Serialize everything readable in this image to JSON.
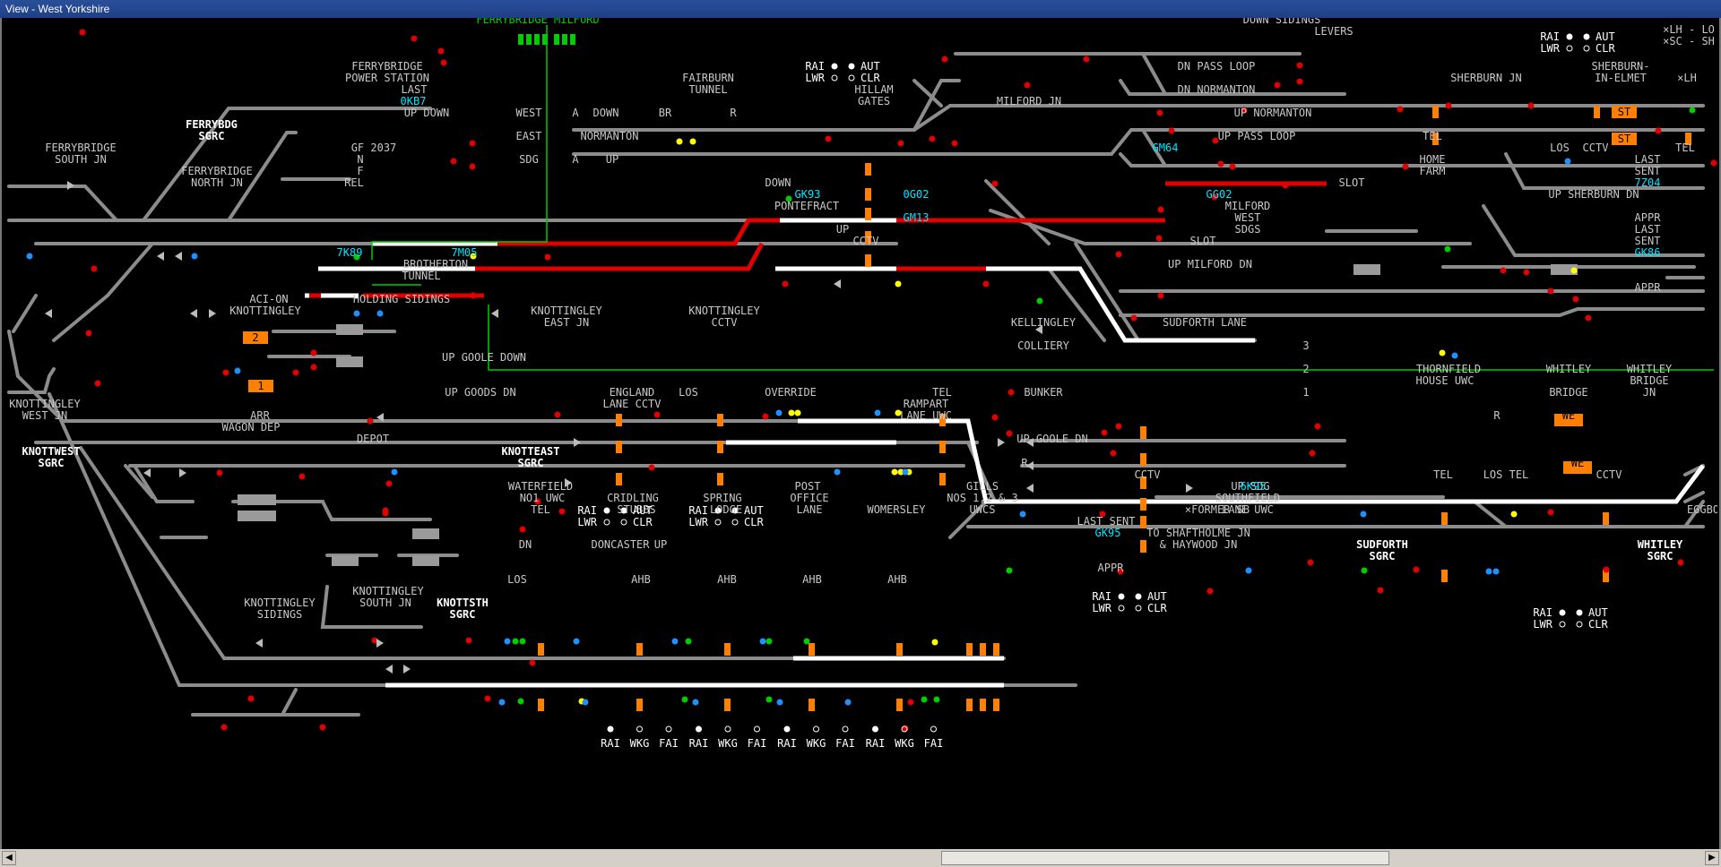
{
  "window": {
    "title": "View - West Yorkshire"
  },
  "colors": {
    "track": "#8c8c8c",
    "route": "#ffffff",
    "occupied": "#e00000",
    "label": "#c8c8c8",
    "berth": "#00e5ff",
    "signal_red": "#e00000",
    "signal_yellow": "#ffff00",
    "signal_green": "#00cc00",
    "signal_blue": "#1e90ff",
    "orange": "#ff8000",
    "cable": "#00cc00"
  },
  "labels": [
    {
      "id": "ferrybridge-milford",
      "text": "FERRYBRIDGE MILFORD"
    },
    {
      "id": "ferrybridge-ps-1",
      "text": "FERRYBRIDGE"
    },
    {
      "id": "ferrybridge-ps-2",
      "text": "POWER STATION"
    },
    {
      "id": "fairburn-1",
      "text": "FAIRBURN"
    },
    {
      "id": "fairburn-2",
      "text": "TUNNEL"
    },
    {
      "id": "hillam-1",
      "text": "HILLAM"
    },
    {
      "id": "hillam-2",
      "text": "GATES"
    },
    {
      "id": "milford-jn",
      "text": "MILFORD JN"
    },
    {
      "id": "down-sidings",
      "text": "DOWN SIDINGS"
    },
    {
      "id": "levers",
      "text": "LEVERS"
    },
    {
      "id": "dn-pass-loop",
      "text": "DN PASS LOOP"
    },
    {
      "id": "dn-normanton",
      "text": "DN NORMANTON"
    },
    {
      "id": "sherburn-jn",
      "text": "SHERBURN JN"
    },
    {
      "id": "sherburn-elmet-1",
      "text": "SHERBURN-"
    },
    {
      "id": "sherburn-elmet-2",
      "text": "IN-ELMET"
    },
    {
      "id": "lh",
      "text": "×LH"
    },
    {
      "id": "last",
      "text": "LAST"
    },
    {
      "id": "up-down",
      "text": "UP DOWN"
    },
    {
      "id": "west",
      "text": "WEST"
    },
    {
      "id": "east",
      "text": "EAST"
    },
    {
      "id": "sdg",
      "text": "SDG"
    },
    {
      "id": "gf2037",
      "text": "GF 2037"
    },
    {
      "id": "gf-n",
      "text": "N"
    },
    {
      "id": "gf-f",
      "text": "F"
    },
    {
      "id": "gf-rel",
      "text": "REL"
    },
    {
      "id": "ferrybdg-sgrc-1",
      "text": "FERRYBDG"
    },
    {
      "id": "ferrybdg-sgrc-2",
      "text": "SGRC"
    },
    {
      "id": "ferrybridge-south-1",
      "text": "FERRYBRIDGE"
    },
    {
      "id": "ferrybridge-south-2",
      "text": "SOUTH JN"
    },
    {
      "id": "ferrybridge-north-1",
      "text": "FERRYBRIDGE"
    },
    {
      "id": "ferrybridge-north-2",
      "text": "NORTH JN"
    },
    {
      "id": "down",
      "text": "DOWN"
    },
    {
      "id": "br",
      "text": "BR"
    },
    {
      "id": "r1",
      "text": "R"
    },
    {
      "id": "normanton",
      "text": "NORMANTON"
    },
    {
      "id": "a1",
      "text": "A"
    },
    {
      "id": "a2",
      "text": "A"
    },
    {
      "id": "up1",
      "text": "UP"
    },
    {
      "id": "up-normanton",
      "text": "UP NORMANTON"
    },
    {
      "id": "up-pass-loop",
      "text": "UP PASS LOOP"
    },
    {
      "id": "tel-home-1",
      "text": "TEL"
    },
    {
      "id": "tel-home-2",
      "text": "HOME"
    },
    {
      "id": "tel-home-3",
      "text": "FARM"
    },
    {
      "id": "los1",
      "text": "LOS"
    },
    {
      "id": "cctv1",
      "text": "CCTV"
    },
    {
      "id": "tel1",
      "text": "TEL"
    },
    {
      "id": "last-sent-1",
      "text": "LAST"
    },
    {
      "id": "last-sent-2",
      "text": "SENT"
    },
    {
      "id": "down2",
      "text": "DOWN"
    },
    {
      "id": "pontefract",
      "text": "PONTEFRACT"
    },
    {
      "id": "up2",
      "text": "UP"
    },
    {
      "id": "cctv2",
      "text": "CCTV"
    },
    {
      "id": "slot1",
      "text": "SLOT"
    },
    {
      "id": "milford-west-1",
      "text": "MILFORD"
    },
    {
      "id": "milford-west-2",
      "text": "WEST"
    },
    {
      "id": "milford-west-3",
      "text": "SDGS"
    },
    {
      "id": "slot2",
      "text": "SLOT"
    },
    {
      "id": "up-sherburn",
      "text": "UP SHERBURN DN"
    },
    {
      "id": "appr1",
      "text": "APPR"
    },
    {
      "id": "last-sent-3",
      "text": "LAST"
    },
    {
      "id": "last-sent-4",
      "text": "SENT"
    },
    {
      "id": "up-milford",
      "text": "UP MILFORD DN"
    },
    {
      "id": "appr2",
      "text": "APPR"
    },
    {
      "id": "brotherton-1",
      "text": "BROTHERTON"
    },
    {
      "id": "brotherton-2",
      "text": "TUNNEL"
    },
    {
      "id": "holding-sidings",
      "text": "HOLDING SIDINGS"
    },
    {
      "id": "aci-on",
      "text": "ACI-ON"
    },
    {
      "id": "knottingley",
      "text": "KNOTTINGLEY"
    },
    {
      "id": "knottingley-east-1",
      "text": "KNOTTINGLEY"
    },
    {
      "id": "knottingley-east-2",
      "text": "EAST JN"
    },
    {
      "id": "knottingley-cctv-1",
      "text": "KNOTTINGLEY"
    },
    {
      "id": "knottingley-cctv-2",
      "text": "CCTV"
    },
    {
      "id": "kellingley",
      "text": "KELLINGLEY"
    },
    {
      "id": "sudforth-lane",
      "text": "SUDFORTH LANE"
    },
    {
      "id": "colliery",
      "text": "COLLIERY"
    },
    {
      "id": "num3",
      "text": "3"
    },
    {
      "id": "num2",
      "text": "2"
    },
    {
      "id": "num1",
      "text": "1"
    },
    {
      "id": "bunker",
      "text": "BUNKER"
    },
    {
      "id": "up-goole-down",
      "text": "UP GOOLE DOWN"
    },
    {
      "id": "up-goods",
      "text": "UP GOODS DN"
    },
    {
      "id": "england-1",
      "text": "ENGLAND"
    },
    {
      "id": "england-2",
      "text": "LANE CCTV"
    },
    {
      "id": "los2",
      "text": "LOS"
    },
    {
      "id": "override",
      "text": "OVERRIDE"
    },
    {
      "id": "tel2",
      "text": "TEL"
    },
    {
      "id": "rampart-1",
      "text": "RAMPART"
    },
    {
      "id": "rampart-2",
      "text": "LANE UWC"
    },
    {
      "id": "thornfield-1",
      "text": "THORNFIELD"
    },
    {
      "id": "thornfield-2",
      "text": "HOUSE UWC"
    },
    {
      "id": "whitley-bridge-1",
      "text": "WHITLEY"
    },
    {
      "id": "whitley-bridge-2",
      "text": "BRIDGE"
    },
    {
      "id": "whitley-bjn-1",
      "text": "WHITLEY"
    },
    {
      "id": "whitley-bjn-2",
      "text": "BRIDGE"
    },
    {
      "id": "whitley-bjn-3",
      "text": "JN"
    },
    {
      "id": "knottingley-west-1",
      "text": "KNOTTINGLEY"
    },
    {
      "id": "knottingley-west-2",
      "text": "WEST JN"
    },
    {
      "id": "arr",
      "text": "ARR"
    },
    {
      "id": "wagon-dep",
      "text": "WAGON DEP"
    },
    {
      "id": "depot",
      "text": "DEPOT"
    },
    {
      "id": "knottwest-1",
      "text": "KNOTTWEST"
    },
    {
      "id": "knottwest-2",
      "text": "SGRC"
    },
    {
      "id": "knotteast-1",
      "text": "KNOTTEAST"
    },
    {
      "id": "knotteast-2",
      "text": "SGRC"
    },
    {
      "id": "up-goole-dn2",
      "text": "UP GOOLE DN"
    },
    {
      "id": "r2",
      "text": "R"
    },
    {
      "id": "r3",
      "text": "R"
    },
    {
      "id": "we1",
      "text": "WE"
    },
    {
      "id": "we2",
      "text": "WE"
    },
    {
      "id": "cctv3",
      "text": "CCTV"
    },
    {
      "id": "up-sdg",
      "text": "UP SDG"
    },
    {
      "id": "tel3",
      "text": "TEL"
    },
    {
      "id": "los3",
      "text": "LOS TEL"
    },
    {
      "id": "cctv4",
      "text": "CCTV"
    },
    {
      "id": "former-sb",
      "text": "×FORMER SB"
    },
    {
      "id": "southfield-1",
      "text": "SOUTHFIELD"
    },
    {
      "id": "southfield-2",
      "text": "LANE UWC"
    },
    {
      "id": "eggbo",
      "text": "EGGBO"
    },
    {
      "id": "waterfield-1",
      "text": "WATERFIELD"
    },
    {
      "id": "waterfield-2",
      "text": "NO1 UWC"
    },
    {
      "id": "waterfield-3",
      "text": "TEL"
    },
    {
      "id": "cridling-1",
      "text": "CRIDLING"
    },
    {
      "id": "cridling-2",
      "text": "STUBBS"
    },
    {
      "id": "spring-1",
      "text": "SPRING"
    },
    {
      "id": "spring-2",
      "text": "LODGE"
    },
    {
      "id": "post-1",
      "text": "POST"
    },
    {
      "id": "post-2",
      "text": "OFFICE"
    },
    {
      "id": "post-3",
      "text": "LANE"
    },
    {
      "id": "womersley",
      "text": "WOMERSLEY"
    },
    {
      "id": "gills-1",
      "text": "GILLS"
    },
    {
      "id": "gills-2",
      "text": "NOS 1,2 & 3"
    },
    {
      "id": "gills-3",
      "text": "UWCS"
    },
    {
      "id": "last-sent-5",
      "text": "LAST SENT"
    },
    {
      "id": "shafth-1",
      "text": "TO SHAFTHOLME JN"
    },
    {
      "id": "shafth-2",
      "text": "& HAYWOOD JN"
    },
    {
      "id": "dn",
      "text": "DN"
    },
    {
      "id": "doncaster",
      "text": "DONCASTER"
    },
    {
      "id": "up3",
      "text": "UP"
    },
    {
      "id": "sudforth-sgrc-1",
      "text": "SUDFORTH"
    },
    {
      "id": "sudforth-sgrc-2",
      "text": "SGRC"
    },
    {
      "id": "whitley-sgrc-1",
      "text": "WHITLEY"
    },
    {
      "id": "whitley-sgrc-2",
      "text": "SGRC"
    },
    {
      "id": "los4",
      "text": "LOS"
    },
    {
      "id": "appr3",
      "text": "APPR"
    },
    {
      "id": "knott-sidings-1",
      "text": "KNOTTINGLEY"
    },
    {
      "id": "knott-sidings-2",
      "text": "SIDINGS"
    },
    {
      "id": "knott-south-1",
      "text": "KNOTTINGLEY"
    },
    {
      "id": "knott-south-2",
      "text": "SOUTH JN"
    },
    {
      "id": "knottsth-1",
      "text": "KNOTTSTH"
    },
    {
      "id": "knottsth-2",
      "text": "SGRC"
    },
    {
      "id": "ahb1",
      "text": "AHB"
    },
    {
      "id": "ahb2",
      "text": "AHB"
    },
    {
      "id": "ahb3",
      "text": "AHB"
    },
    {
      "id": "ahb4",
      "text": "AHB"
    },
    {
      "id": "lh2",
      "text": "×LH - LO"
    },
    {
      "id": "sc",
      "text": "×SC - SH"
    }
  ],
  "berths": [
    "0KB7",
    "7K89",
    "7M05",
    "GK93",
    "0G02",
    "GG02",
    "GM13",
    "GM64",
    "7Z04",
    "GK86",
    "GK95",
    "6K95"
  ],
  "status_panels": [
    {
      "id": "hillam",
      "rows": [
        [
          "RAI",
          "AUT"
        ],
        [
          "LWR",
          "CLR"
        ]
      ]
    },
    {
      "id": "top-right",
      "rows": [
        [
          "RAI",
          "AUT"
        ],
        [
          "LWR",
          "CLR"
        ]
      ]
    },
    {
      "id": "england-a",
      "rows": [
        [
          "RAI",
          "AUT"
        ],
        [
          "LWR",
          "CLR"
        ]
      ]
    },
    {
      "id": "england-b",
      "rows": [
        [
          "RAI",
          "AUT"
        ],
        [
          "LWR",
          "CLR"
        ]
      ]
    },
    {
      "id": "sudforth",
      "rows": [
        [
          "RAI",
          "AUT"
        ],
        [
          "LWR",
          "CLR"
        ]
      ]
    },
    {
      "id": "southfield",
      "rows": [
        [
          "RAI",
          "AUT"
        ],
        [
          "LWR",
          "CLR"
        ]
      ]
    }
  ],
  "crossing_codes": [
    "RAI",
    "WKG",
    "FAI",
    "RAI",
    "WKG",
    "FAI",
    "RAI",
    "WKG",
    "FAI",
    "RAI",
    "WKG",
    "FAI"
  ],
  "tags": {
    "st1": "ST",
    "st2": "ST",
    "box2": "2",
    "box1": "1",
    "a": "A",
    "ao": "A○",
    "oa": "○A"
  }
}
